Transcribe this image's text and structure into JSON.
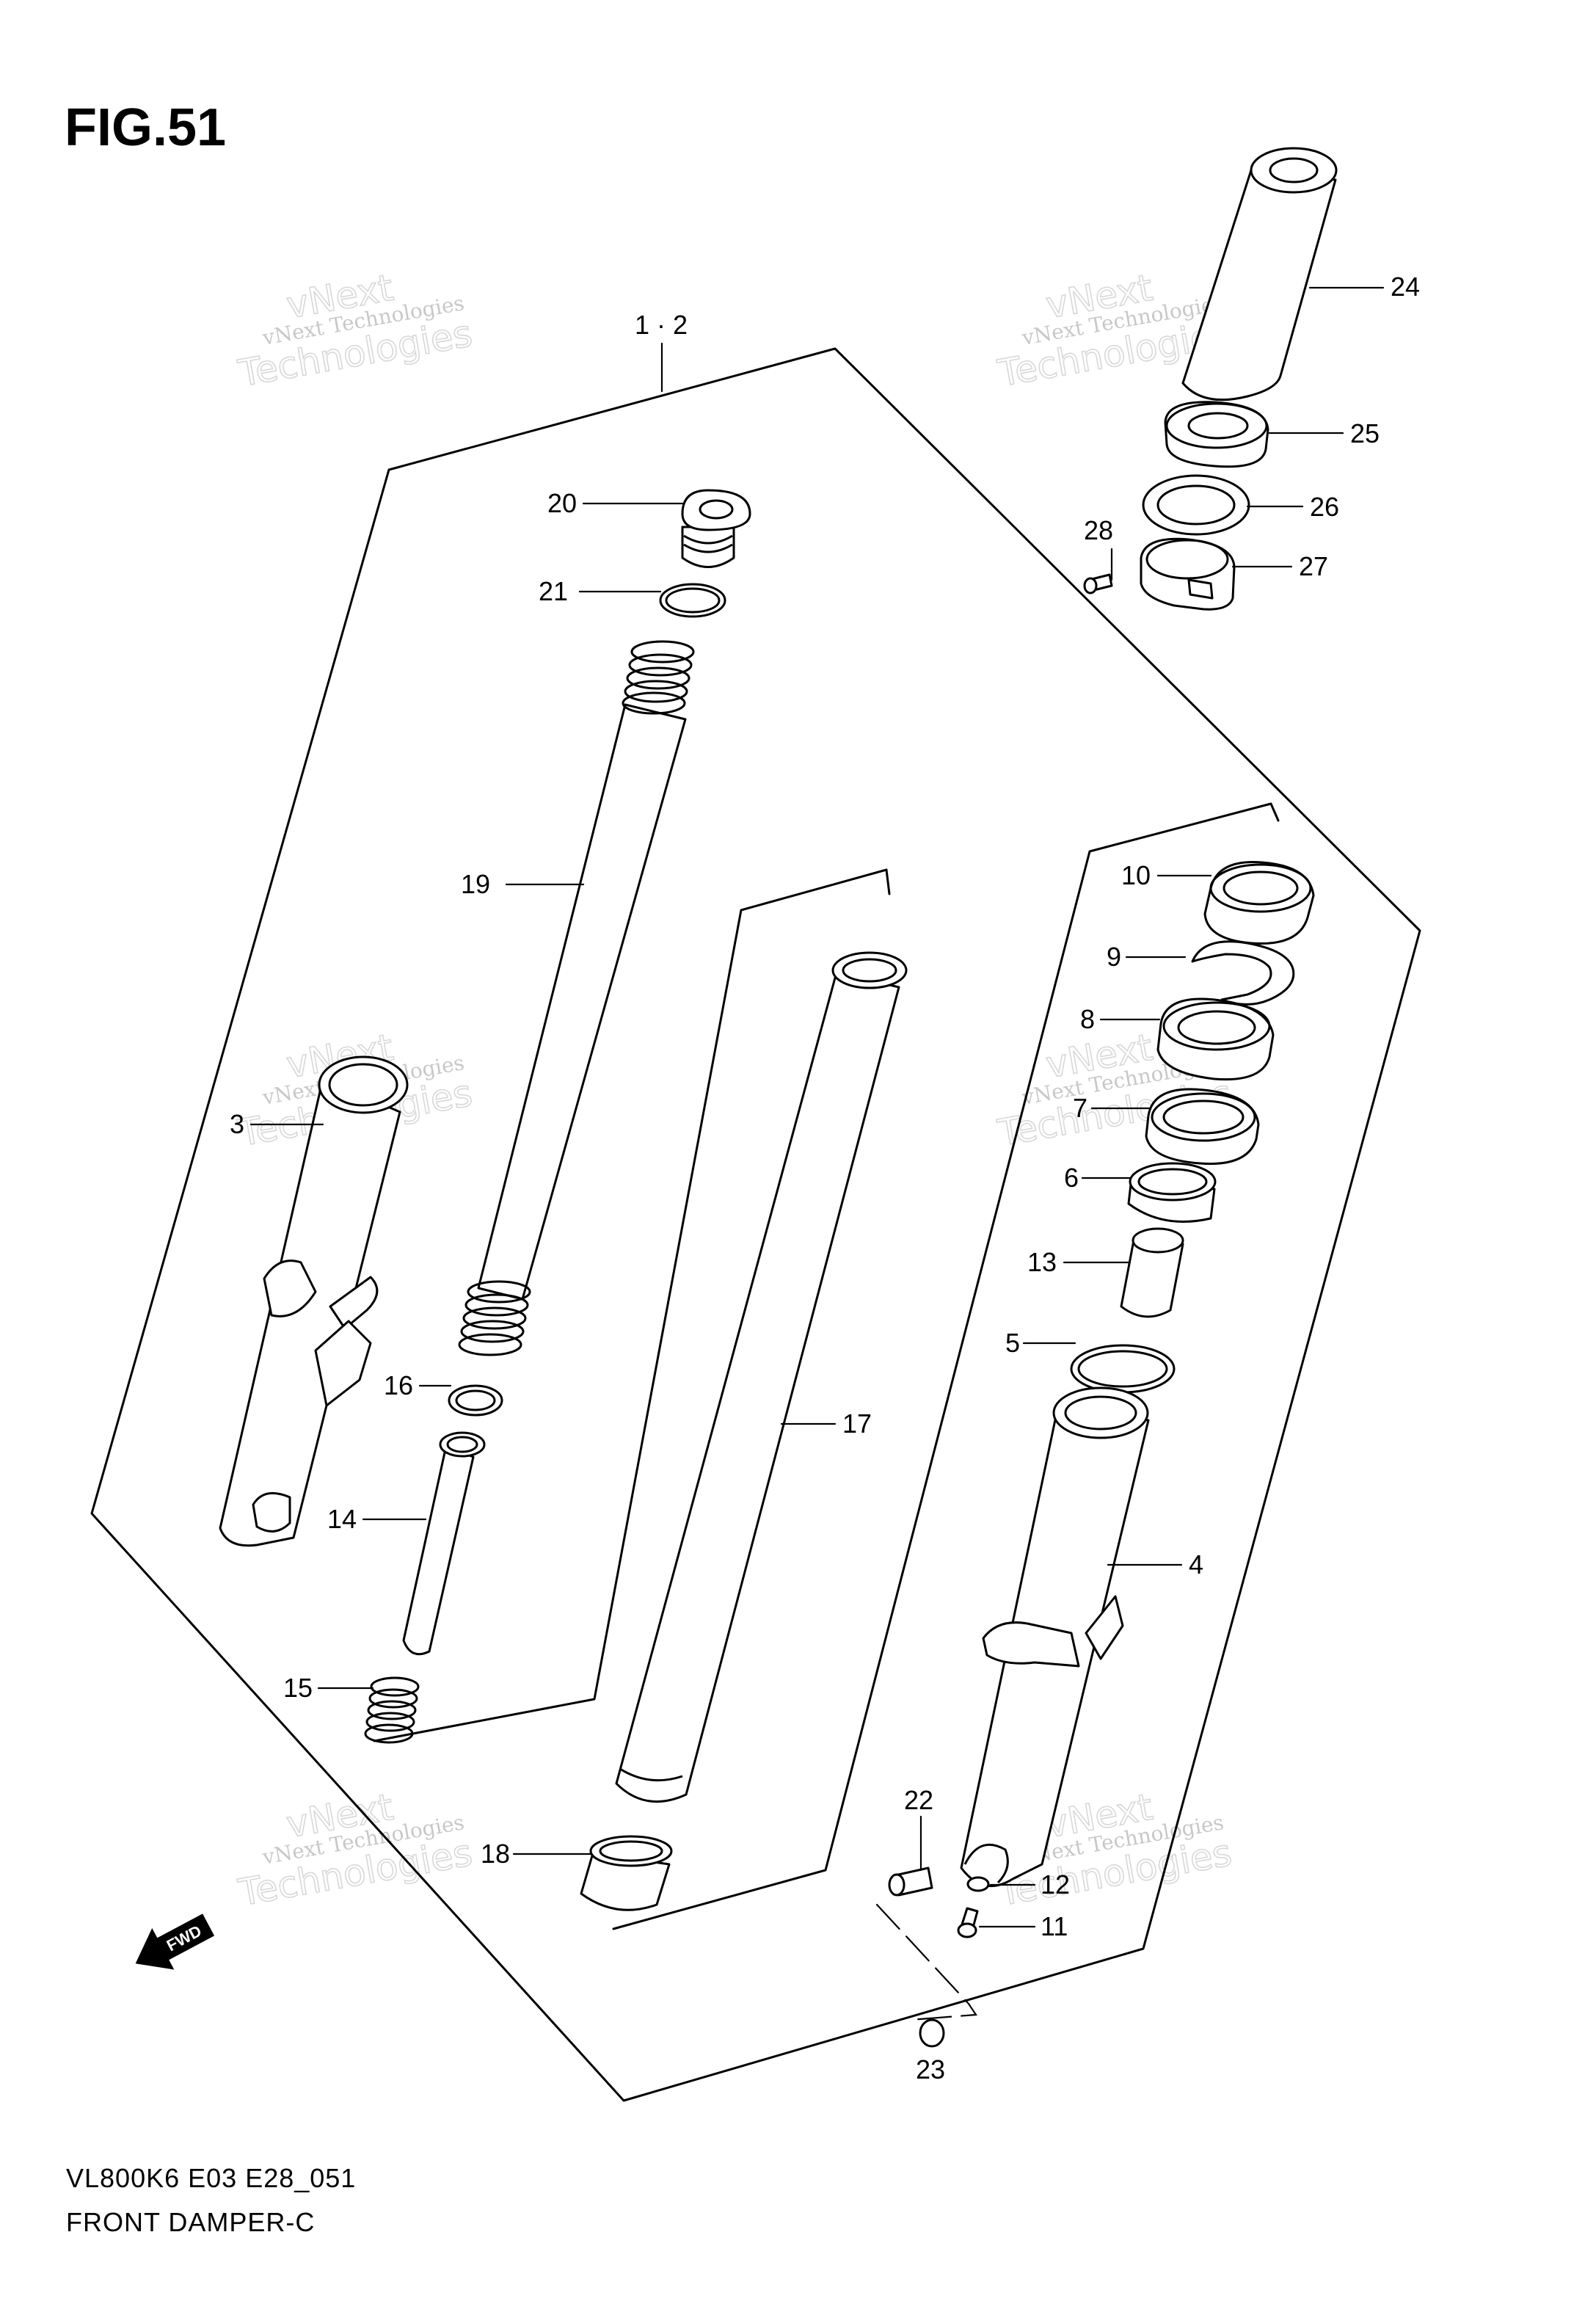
{
  "figure": {
    "title": "FIG.51",
    "model_code": "VL800K6 E03 E28_051",
    "caption": "FRONT DAMPER-C"
  },
  "watermark": {
    "brand": "vNext",
    "company": "vNext Technologies",
    "word": "Technologies"
  },
  "fwd_marker": {
    "label": "FWD"
  },
  "callouts": [
    {
      "num": "1 · 2"
    },
    {
      "num": "24"
    },
    {
      "num": "25"
    },
    {
      "num": "26"
    },
    {
      "num": "27"
    },
    {
      "num": "28"
    },
    {
      "num": "20"
    },
    {
      "num": "21"
    },
    {
      "num": "19"
    },
    {
      "num": "3"
    },
    {
      "num": "16"
    },
    {
      "num": "14"
    },
    {
      "num": "15"
    },
    {
      "num": "17"
    },
    {
      "num": "18"
    },
    {
      "num": "10"
    },
    {
      "num": "9"
    },
    {
      "num": "8"
    },
    {
      "num": "7"
    },
    {
      "num": "6"
    },
    {
      "num": "13"
    },
    {
      "num": "5"
    },
    {
      "num": "4"
    },
    {
      "num": "22"
    },
    {
      "num": "12"
    },
    {
      "num": "11"
    },
    {
      "num": "23"
    }
  ],
  "colors": {
    "line": "#000000",
    "background": "#ffffff",
    "watermark": "#c8c8c8"
  }
}
